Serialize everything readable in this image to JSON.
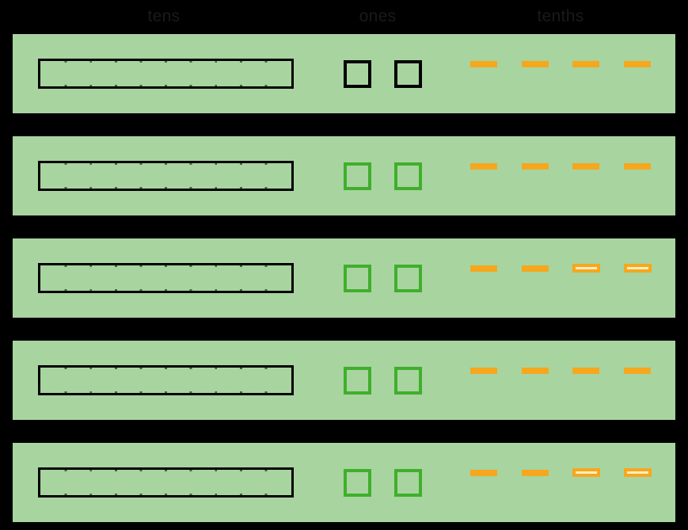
{
  "header": {
    "labels": [
      "tens",
      "ones",
      "tenths"
    ]
  },
  "colors": {
    "bg": "#000000",
    "row_bg": "#A8D4A0",
    "rod_black": "#000000",
    "square_green": "#3FAF2B",
    "dash_orange": "#F6A71E",
    "dash_inner": "#FFEDBF",
    "header_text": "#1A1A1A"
  },
  "rows": [
    {
      "name": "row-1",
      "rods": [
        "black"
      ],
      "ones": [
        "black",
        "black"
      ],
      "tenths": [
        "solid",
        "solid",
        "solid",
        "solid"
      ],
      "counts": {
        "tens": 1,
        "ones": 2,
        "tenths": 4
      }
    },
    {
      "name": "row-2",
      "rods": [
        "black"
      ],
      "ones": [
        "green",
        "green"
      ],
      "tenths": [
        "solid",
        "solid",
        "solid",
        "solid"
      ],
      "counts": {
        "tens": 1,
        "ones": 2,
        "tenths": 4
      }
    },
    {
      "name": "row-3",
      "rods": [
        "black"
      ],
      "ones": [
        "green",
        "green"
      ],
      "tenths": [
        "solid",
        "solid",
        "hollow",
        "hollow"
      ],
      "counts": {
        "tens": 1,
        "ones": 2,
        "tenths": 4
      }
    },
    {
      "name": "row-4",
      "rods": [
        "black"
      ],
      "ones": [
        "green",
        "green"
      ],
      "tenths": [
        "solid",
        "solid",
        "solid",
        "solid"
      ],
      "counts": {
        "tens": 1,
        "ones": 2,
        "tenths": 4
      }
    },
    {
      "name": "row-5",
      "rods": [
        "black"
      ],
      "ones": [
        "green",
        "green"
      ],
      "tenths": [
        "solid",
        "solid",
        "hollow",
        "hollow"
      ],
      "counts": {
        "tens": 1,
        "ones": 2,
        "tenths": 4
      }
    }
  ]
}
